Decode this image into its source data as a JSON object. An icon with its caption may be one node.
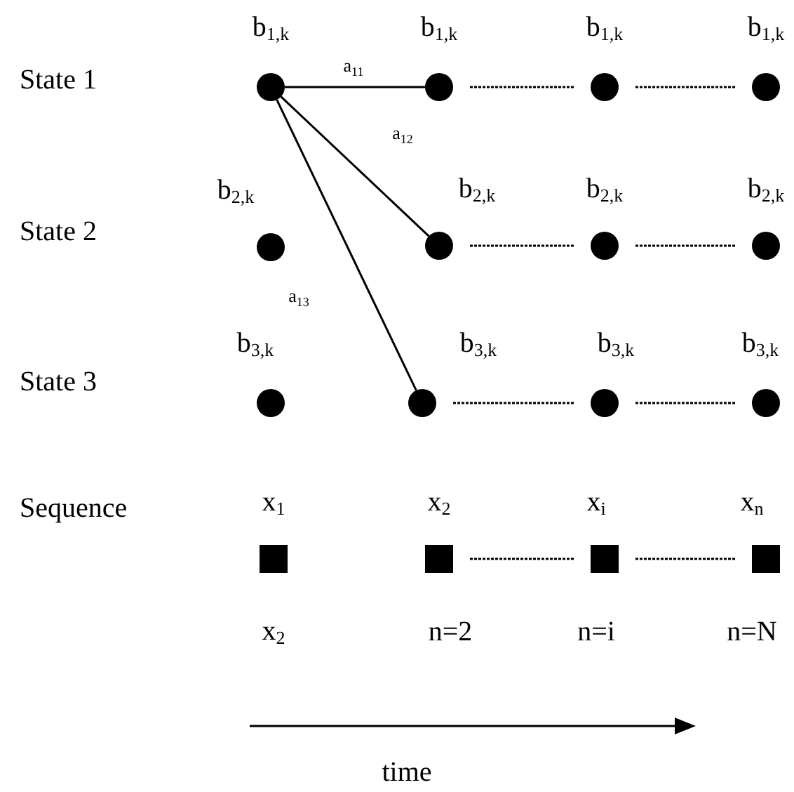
{
  "diagram": {
    "nodes": [
      {
        "text": [],
        "shape": "circle",
        "beside": [
          "b$_{1,k}$"
        ]
      },
      {
        "text": [],
        "shape": "circle",
        "beside": [
          "b$_{1,k}$"
        ]
      },
      {
        "text": [],
        "shape": "circle",
        "beside": [
          "b$_{1,k}$"
        ]
      },
      {
        "text": [],
        "shape": "circle",
        "beside": [
          "b$_{1,k}$"
        ]
      },
      {
        "text": [],
        "shape": "circle",
        "beside": [
          "b$_{2,k}$"
        ]
      },
      {
        "text": [],
        "shape": "circle",
        "beside": [
          "b$_{2,k}$"
        ]
      },
      {
        "text": [],
        "shape": "circle",
        "beside": [
          "b$_{2,k}$"
        ]
      },
      {
        "text": [],
        "shape": "circle",
        "beside": [
          "b$_{2,k}$"
        ]
      },
      {
        "text": [],
        "shape": "circle",
        "beside": [
          "b$_{3,k}$"
        ]
      },
      {
        "text": [],
        "shape": "circle",
        "beside": [
          "b$_{3,k}$"
        ]
      },
      {
        "text": [],
        "shape": "circle",
        "beside": [
          "b$_{3,k}$"
        ]
      },
      {
        "text": [],
        "shape": "circle",
        "beside": [
          "b$_{3,k}$"
        ]
      },
      {
        "text": [],
        "shape": "box",
        "beside": [
          "x$_{1}$",
          "x$_{2}$"
        ]
      },
      {
        "text": [],
        "shape": "box",
        "beside": [
          "x$_{2}$",
          "n=2"
        ]
      },
      {
        "text": [],
        "shape": "box",
        "beside": [
          "x$_{i}$",
          "n=i"
        ]
      },
      {
        "text": [],
        "shape": "box",
        "beside": [
          "x$_{n}$",
          "n=N"
        ]
      }
    ],
    "edges": [
      {
        "from": 0,
        "to": 1,
        "arrow": "none",
        "label": "a$_{11}$"
      },
      {
        "from": 0,
        "to": 5,
        "arrow": "none",
        "label": "a$_{12}$"
      },
      {
        "from": 0,
        "to": 9,
        "arrow": "none",
        "label": "a$_{13}$"
      },
      {
        "from": 1,
        "to": 2,
        "arrow": "none",
        "style": "dashed"
      },
      {
        "from": 2,
        "to": 3,
        "arrow": "none",
        "style": "dashed"
      },
      {
        "from": 5,
        "to": 6,
        "arrow": "none",
        "style": "dashed"
      },
      {
        "from": 6,
        "to": 7,
        "arrow": "none",
        "style": "dashed"
      },
      {
        "from": 9,
        "to": 10,
        "arrow": "none",
        "style": "dashed"
      },
      {
        "from": 10,
        "to": 11,
        "arrow": "none",
        "style": "dashed"
      },
      {
        "from": 13,
        "to": 14,
        "arrow": "none",
        "style": "dashed"
      },
      {
        "from": 14,
        "to": 15,
        "arrow": "none",
        "style": "dashed"
      }
    ],
    "labels": [
      "State 1",
      "State 2",
      "State 3",
      "Sequence",
      "time"
    ]
  }
}
